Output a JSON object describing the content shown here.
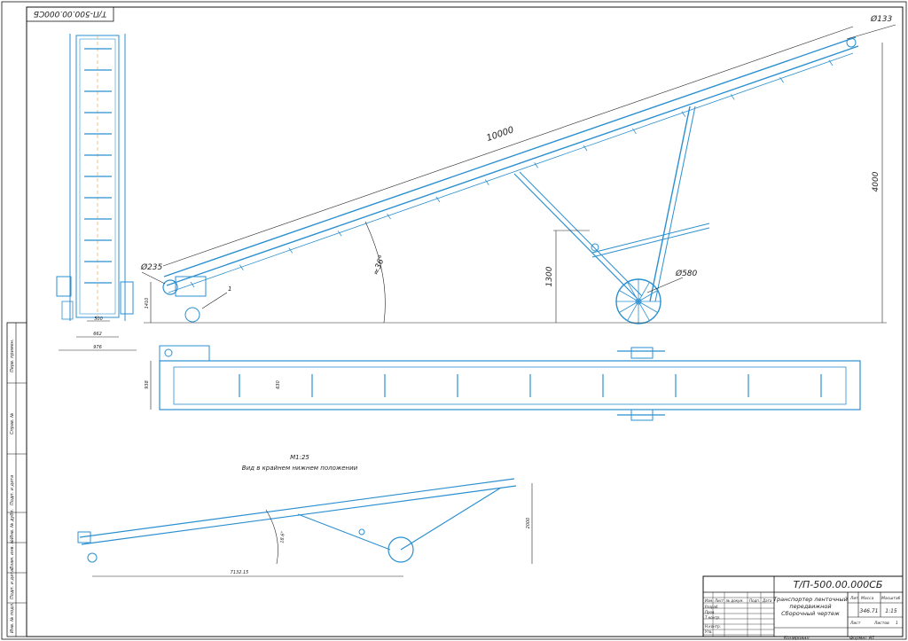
{
  "drawing": {
    "code_main": "Т/П-500.00.000СБ",
    "code_rotated": "Т/П-500.00.000СБ",
    "title_lines": [
      "Транспортер ленточный",
      "передвижной",
      "Сборочный чертеж"
    ],
    "scale_note": "М1:25",
    "view_caption": "Вид в крайнем нижнем положении"
  },
  "dimensions": {
    "length": "10000",
    "height": "4000",
    "angle_main": "≈36°",
    "d_top": "Ø133",
    "d_drive": "Ø235",
    "d_wheel": "Ø580",
    "support_h": "1300",
    "leg_h": "1410",
    "pos1": "1",
    "front_w1": "500",
    "front_w2": "662",
    "front_w3": "976",
    "belt_w": "630",
    "plan_h": "938",
    "low_len": "7132.15",
    "low_h": "2000",
    "low_angle": "18.6°"
  },
  "title_block": {
    "mass": "346.71",
    "scale": "1:15",
    "head_lit": "Лит.",
    "head_mass": "Масса",
    "head_scale": "Масштаб",
    "sheet": "Лист",
    "sheets": "Листов",
    "sheets_n": "1",
    "rows": [
      "Изм.",
      "Лист",
      "№ докум.",
      "Подп.",
      "Дата"
    ],
    "roles": [
      "Разраб.",
      "Пров.",
      "Т.контр.",
      "Н.контр.",
      "Утв."
    ],
    "copied": "Копировал",
    "format": "Формат  А1"
  },
  "side_stamps": [
    "Перв. примен.",
    "Справ. №",
    "Подп. и дата",
    "Инв. № дубл.",
    "Взам. инв. №",
    "Подп. и дата",
    "Инв. № подл."
  ]
}
